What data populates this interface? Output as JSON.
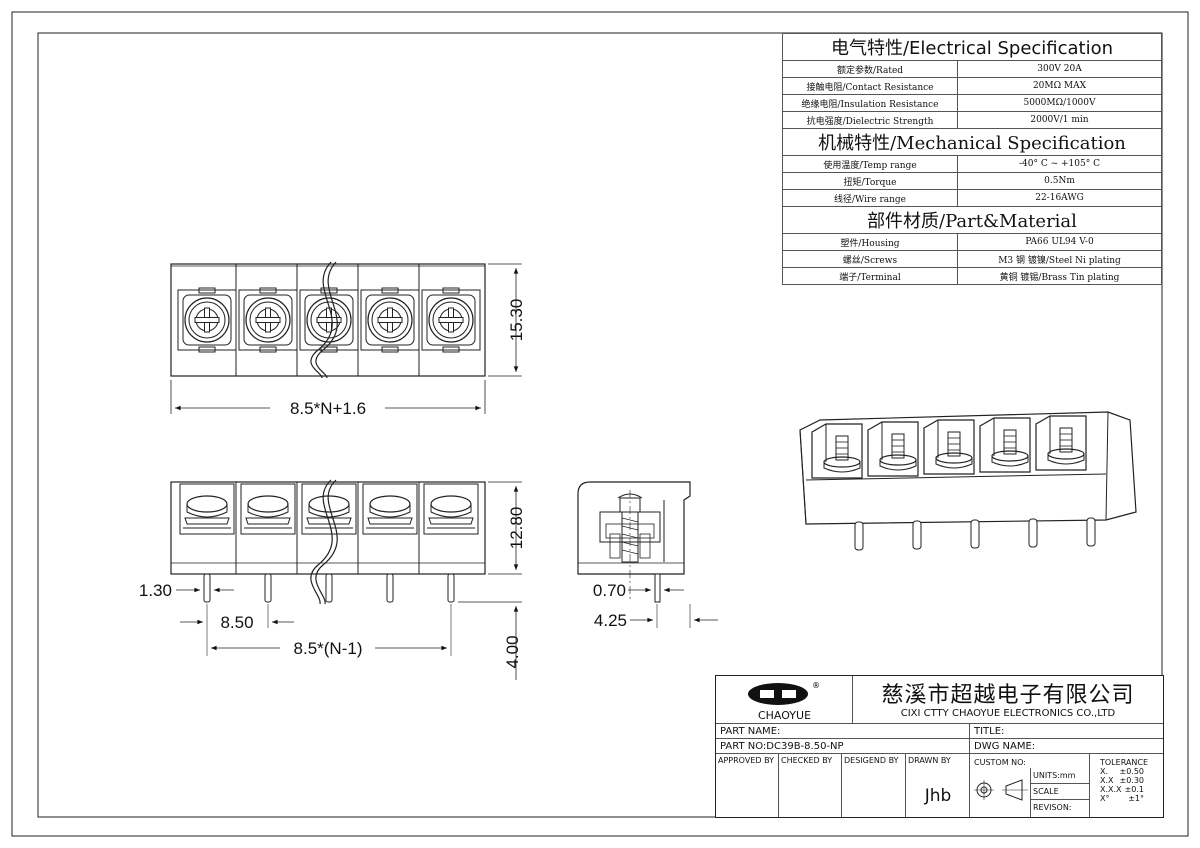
{
  "dimensions": {
    "width_top": "8.5*N+1.6",
    "height_top": "15.30",
    "height_front": "12.80",
    "pin_width": "1.30",
    "pitch": "8.50",
    "span": "8.5*(N-1)",
    "pin_length": "4.00",
    "side_pin": "0.70",
    "side_offset": "4.25"
  },
  "spec": {
    "electrical_title": "电气特性/Electrical Specification",
    "electrical": [
      {
        "k": "额定参数/Rated",
        "v": "300V  20A"
      },
      {
        "k": "接触电阻/Contact Resistance",
        "v": "20MΩ MAX"
      },
      {
        "k": "绝缘电阻/Insulation Resistance",
        "v": "5000MΩ/1000V"
      },
      {
        "k": "抗电强度/Dielectric Strength",
        "v": "2000V/1 min"
      }
    ],
    "mechanical_title": "机械特性/Mechanical Specification",
    "mechanical": [
      {
        "k": "使用温度/Temp range",
        "v": "-40° C ~ +105° C"
      },
      {
        "k": "扭矩/Torque",
        "v": "0.5Nm"
      },
      {
        "k": "线径/Wire range",
        "v": "22-16AWG"
      }
    ],
    "material_title": "部件材质/Part&Material",
    "material": [
      {
        "k": "塑件/Housing",
        "v": "PA66 UL94 V-0"
      },
      {
        "k": "螺丝/Screws",
        "v": "M3 钢 镀镍/Steel Ni plating"
      },
      {
        "k": "端子/Terminal",
        "v": "黄铜 镀锡/Brass Tin  plating"
      }
    ]
  },
  "titleblock": {
    "logo_text": "CHAOYUE",
    "company_cn": "慈溪市超越电子有限公司",
    "company_en": "CIXI CTTY CHAOYUE ELECTRONICS CO.,LTD",
    "part_name": "PART NAME:",
    "title": "TITLE:",
    "part_no": "PART NO:DC39B-8.50-NP",
    "dwg_name": "DWG NAME:",
    "approved_by": "APPROVED BY",
    "checked_by": "CHECKED BY",
    "designed_by": "DESIGEND BY",
    "drawn_by": "DRAWN BY",
    "drawn_name": "Jhb",
    "custom_no": "CUSTOM NO:",
    "units": "UNITS:mm",
    "scale": "SCALE",
    "revision": "REVISON:",
    "tolerance_title": "TOLERANCE",
    "tolerances": [
      {
        "k": "X.",
        "v": "±0.50"
      },
      {
        "k": "X.X",
        "v": "±0.30"
      },
      {
        "k": "X.X.X",
        "v": "±0.1"
      },
      {
        "k": "X°",
        "v": "±1°"
      }
    ]
  }
}
